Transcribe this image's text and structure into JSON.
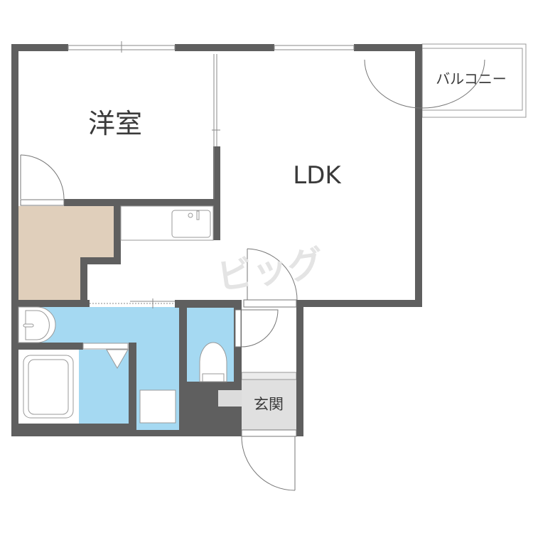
{
  "rooms": {
    "western_room": "洋室",
    "ldk": "LDK",
    "balcony": "バルコニー",
    "entrance": "玄関"
  },
  "watermark": "ビッグ",
  "colors": {
    "wall": "#5f5f5f",
    "closet": "#e0cfbb",
    "wet_area": "#a5d9f2",
    "entrance": "#e0e0e0",
    "fixture_line": "#8a8a8a"
  }
}
